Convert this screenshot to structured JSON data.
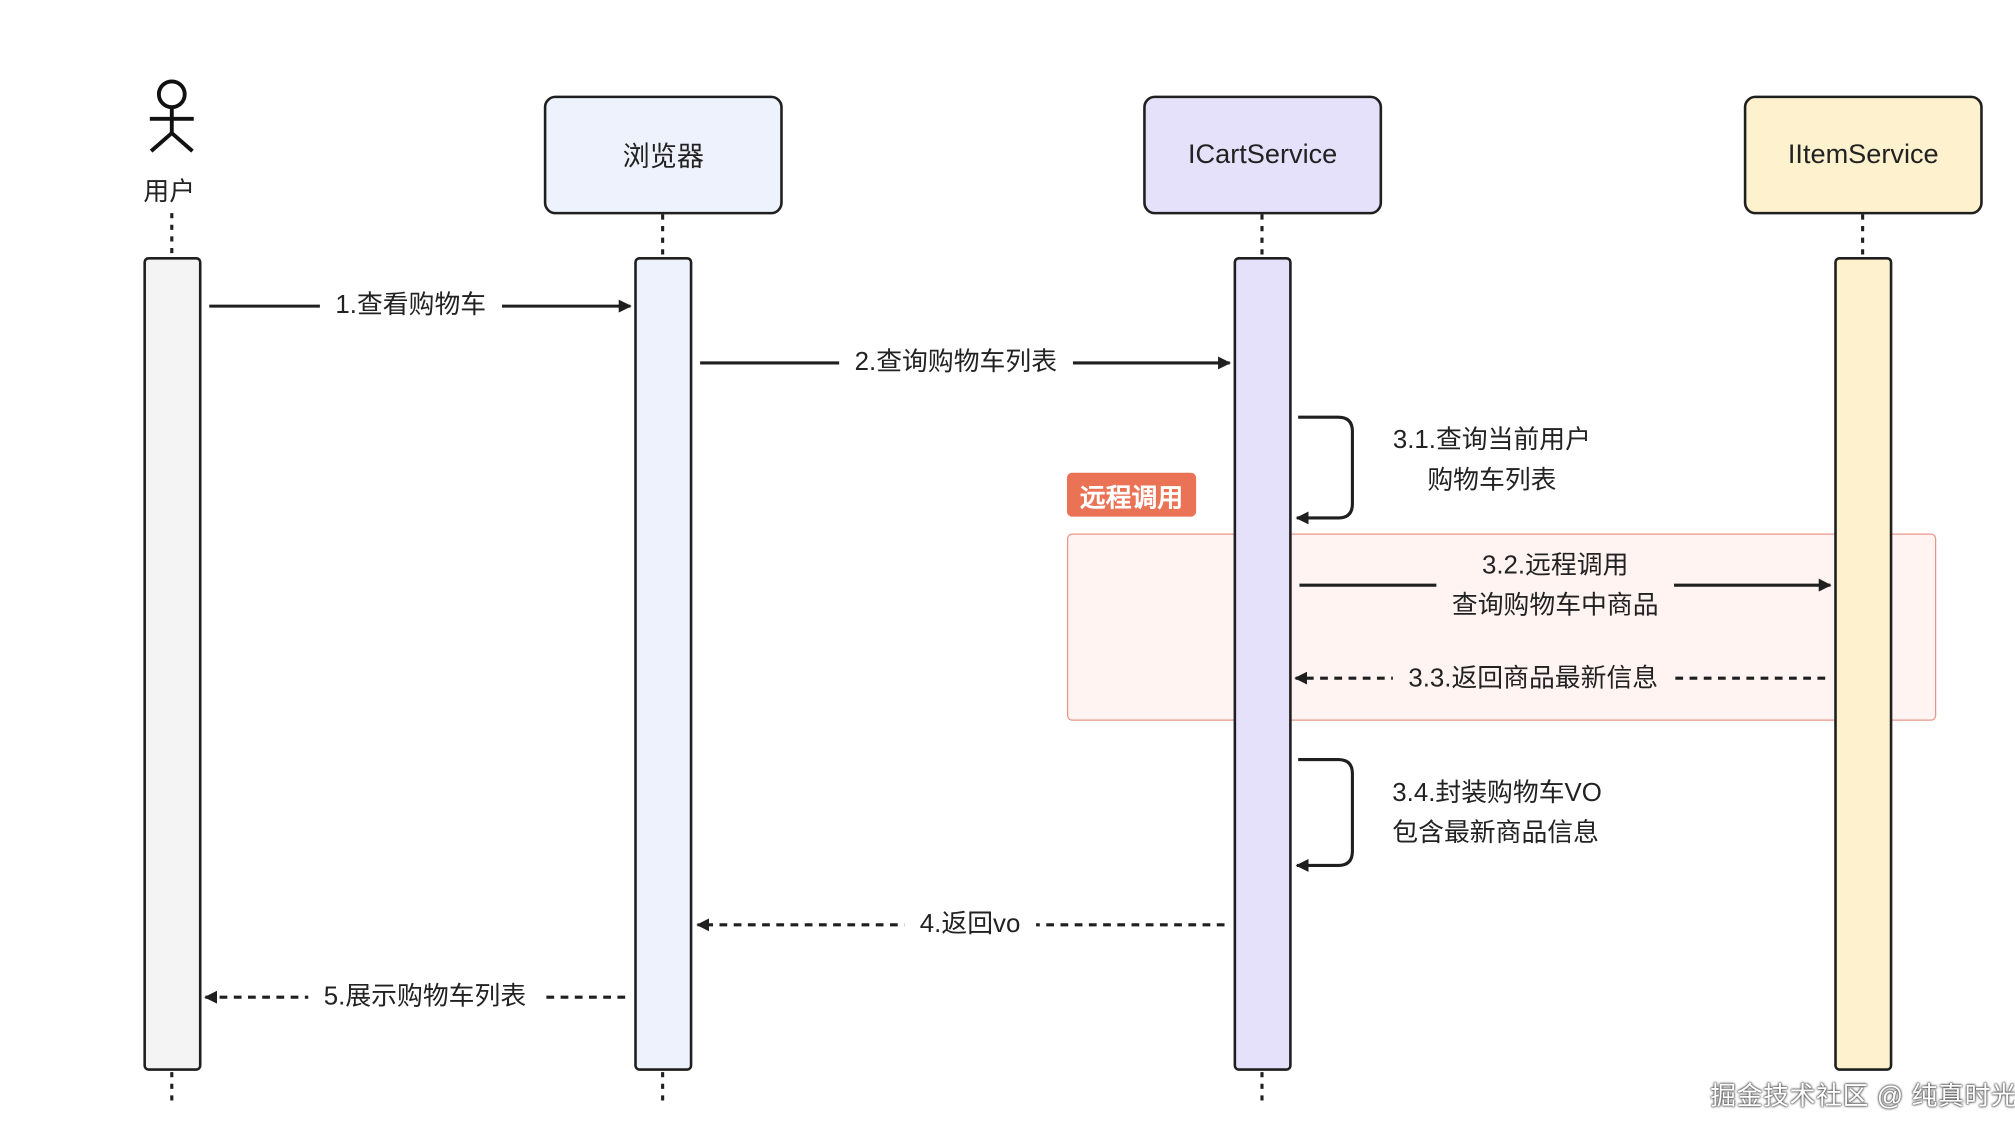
{
  "participants": {
    "user": {
      "label": "用户"
    },
    "browser": {
      "label": "浏览器",
      "fill": "#eef2fc"
    },
    "cart": {
      "label": "ICartService",
      "fill": "#e6e1fa"
    },
    "item": {
      "label": "IItemService",
      "fill": "#fdf1ce"
    }
  },
  "lifeline_fill": {
    "user": "#f4f4f4",
    "browser": "#eef2fc",
    "cart": "#e6e1fa",
    "item": "#fdf1ce"
  },
  "messages": {
    "m1": "1.查看购物车",
    "m2": "2.查询购物车列表",
    "m3_1": [
      "3.1.查询当前用户",
      "购物车列表"
    ],
    "m3_2": [
      "3.2.远程调用",
      "查询购物车中商品"
    ],
    "m3_3": "3.3.返回商品最新信息",
    "m3_4": [
      "3.4.封装购物车VO",
      "包含最新商品信息"
    ],
    "m4": "4.返回vo",
    "m5": "5.展示购物车列表"
  },
  "remote_frame": {
    "label": "远程调用",
    "fill": "#fff4f2",
    "border": "#e9968a",
    "tag_color": "#ea7255"
  },
  "watermark": "掘金技术社区 @ 纯真时光"
}
